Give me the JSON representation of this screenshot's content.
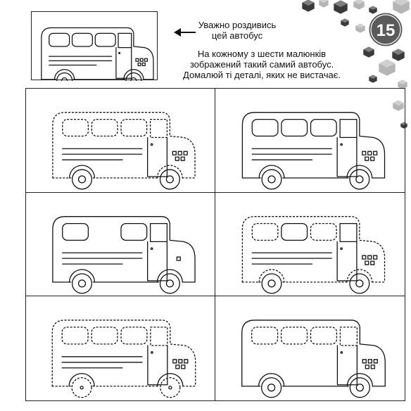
{
  "header": {
    "page_number": "15",
    "hint_lines": [
      "Уважно роздивись",
      "цей автобус"
    ],
    "task_lines": [
      "На кожному з шести малюнків",
      "зображений такий самий автобус.",
      "Домалюй ті деталі, яких не вистачає."
    ]
  },
  "colors": {
    "ink": "#111111",
    "badge": "#5a5a5a",
    "gem_dark": "#3a3a3a",
    "gem_light": "#b5b5b5"
  },
  "icons": {
    "arrow": "arrow-left-icon",
    "bus": "bus-icon",
    "gem": "gem-cube-icon"
  },
  "puzzles": [
    {
      "id": 1,
      "missing": [
        "body-outline",
        "windows",
        "front-wheel-arch"
      ]
    },
    {
      "id": 2,
      "missing": []
    },
    {
      "id": 3,
      "missing": [
        "window-2",
        "grille-lights"
      ]
    },
    {
      "id": 4,
      "missing": [
        "body-outline",
        "windows-1-4",
        "rear-wheel-arch",
        "front-wheel-arch"
      ]
    },
    {
      "id": 5,
      "missing": [
        "body-outline",
        "windows",
        "wheels"
      ]
    },
    {
      "id": 6,
      "missing": [
        "windows-1-3",
        "side-stripes",
        "door-window"
      ]
    }
  ]
}
